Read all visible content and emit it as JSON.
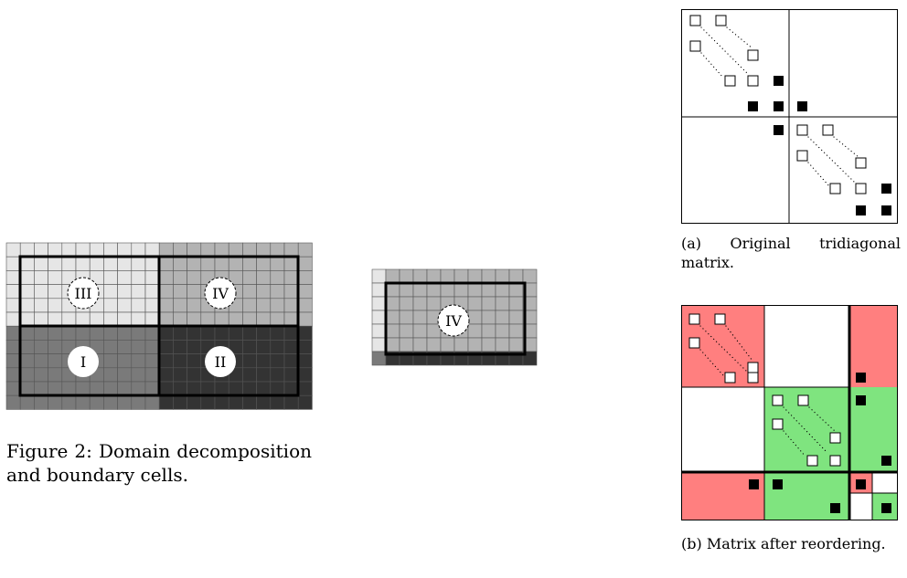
{
  "figure2": {
    "domain_labels": [
      "I",
      "II",
      "III",
      "IV"
    ],
    "detail_label": "IV",
    "caption": "Figure 2: Domain decomposition and boundary cells."
  },
  "subfigure_a": {
    "caption": "(a) Original tridiagonal matrix."
  },
  "subfigure_b": {
    "caption": "(b) Matrix after reordering.",
    "colors": {
      "red": "#ff7f7f",
      "green": "#7fe47f"
    }
  },
  "colors": {
    "domain_I": "#7a7a7a",
    "domain_II": "#333333",
    "domain_III": "#e6e6e6",
    "domain_IV": "#b3b3b3"
  }
}
